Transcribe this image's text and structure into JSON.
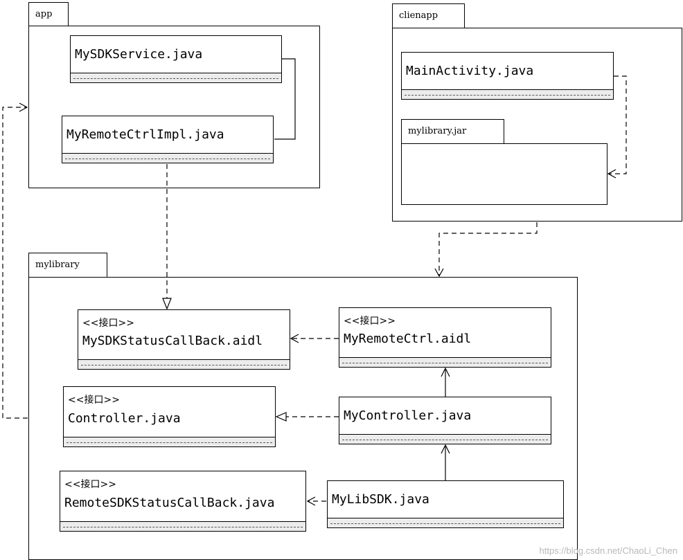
{
  "packages": {
    "app": "app",
    "clienapp": "clienapp",
    "mylibrary": "mylibrary",
    "mylibrary_jar": "mylibrary.jar"
  },
  "classes": {
    "mysdkservice": {
      "name": "MySDKService.java"
    },
    "myremotectrlimpl": {
      "name": "MyRemoteCtrlImpl.java"
    },
    "mainactivity": {
      "name": "MainActivity.java"
    },
    "mysdkstatuscallback": {
      "stereotype": "<<接口>>",
      "name": "MySDKStatusCallBack.aidl"
    },
    "myremotectrl": {
      "stereotype": "<<接口>>",
      "name": "MyRemoteCtrl.aidl"
    },
    "controller": {
      "stereotype": "<<接口>>",
      "name": "Controller.java"
    },
    "mycontroller": {
      "name": "MyController.java"
    },
    "remotesdkstatuscallback": {
      "stereotype": "<<接口>>",
      "name": "RemoteSDKStatusCallBack.java"
    },
    "mylibsdk": {
      "name": "MyLibSDK.java"
    }
  },
  "watermark": "https://blog.csdn.net/ChaoLi_Chen"
}
